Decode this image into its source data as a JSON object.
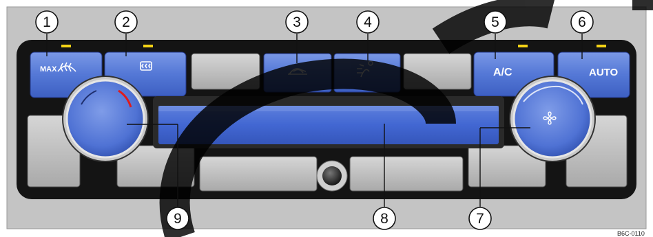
{
  "panel": {
    "colors": {
      "frame": "#c4c4c4",
      "bezel": "#141414",
      "button_blue": "#5478d6",
      "button_gray": "#bdbdbd",
      "indicator": "#f5d316",
      "display": "#3f63d0",
      "watermark": "#000000"
    },
    "buttons": [
      {
        "id": "max-defrost",
        "text": "MAX",
        "icon": "windshield-defrost-icon",
        "indicator": true
      },
      {
        "id": "rear-defrost",
        "text": "",
        "icon": "rear-window-heating-icon",
        "indicator": true
      },
      {
        "id": "recirculation",
        "text": "",
        "icon": "air-recirculation-icon",
        "indicator": false
      },
      {
        "id": "seat-ventilation",
        "text": "",
        "icon": "air-distribution-icon",
        "indicator": false
      },
      {
        "id": "ac",
        "text": "A/C",
        "icon": "",
        "indicator": true
      },
      {
        "id": "auto",
        "text": "AUTO",
        "icon": "",
        "indicator": true
      }
    ],
    "knobs": {
      "left": {
        "icon": "temperature-scale-icon"
      },
      "right": {
        "icon": "fan-icon"
      }
    }
  },
  "callouts": [
    "1",
    "2",
    "3",
    "4",
    "5",
    "6",
    "7",
    "8",
    "9"
  ],
  "figure_code": "B6C-0110"
}
